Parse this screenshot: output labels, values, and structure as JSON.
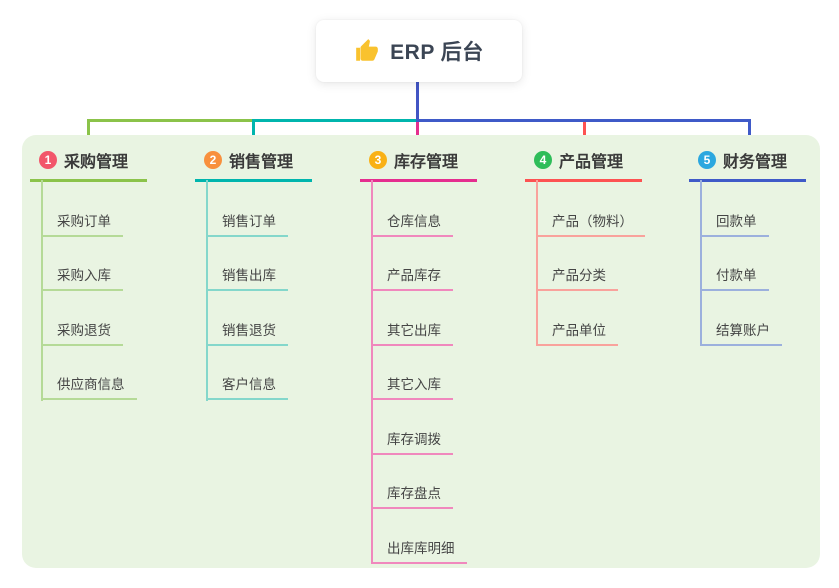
{
  "root": {
    "title": "ERP 后台",
    "icon": "thumbs-up-icon",
    "icon_color": "#f9c22e",
    "connector_color": "#4255c4"
  },
  "colors": {
    "panel_bg": "#e9f4e2",
    "card_bg": "#ffffff",
    "header_text": "#3a3a3a",
    "child_text": "#454545"
  },
  "branches": [
    {
      "number": "1",
      "label": "采购管理",
      "badge_color": "#f2566a",
      "line_color": "#8bc34a",
      "child_line_color": "#b5da97",
      "children": [
        "采购订单",
        "采购入库",
        "采购退货",
        "供应商信息"
      ]
    },
    {
      "number": "2",
      "label": "销售管理",
      "badge_color": "#f8903d",
      "line_color": "#00b5ad",
      "child_line_color": "#84d7cb",
      "children": [
        "销售订单",
        "销售出库",
        "销售退货",
        "客户信息"
      ]
    },
    {
      "number": "3",
      "label": "库存管理",
      "badge_color": "#f9b115",
      "line_color": "#e52e8f",
      "child_line_color": "#f088bd",
      "children": [
        "仓库信息",
        "产品库存",
        "其它出库",
        "其它入库",
        "库存调拨",
        "库存盘点",
        "出库库明细"
      ]
    },
    {
      "number": "4",
      "label": "产品管理",
      "badge_color": "#2ebd59",
      "line_color": "#fd5252",
      "child_line_color": "#f9a29c",
      "children": [
        "产品（物料）",
        "产品分类",
        "产品单位"
      ]
    },
    {
      "number": "5",
      "label": "财务管理",
      "badge_color": "#2ba7df",
      "line_color": "#3f5ac8",
      "child_line_color": "#9cb0dd",
      "children": [
        "回款单",
        "付款单",
        "结算账户"
      ]
    }
  ]
}
